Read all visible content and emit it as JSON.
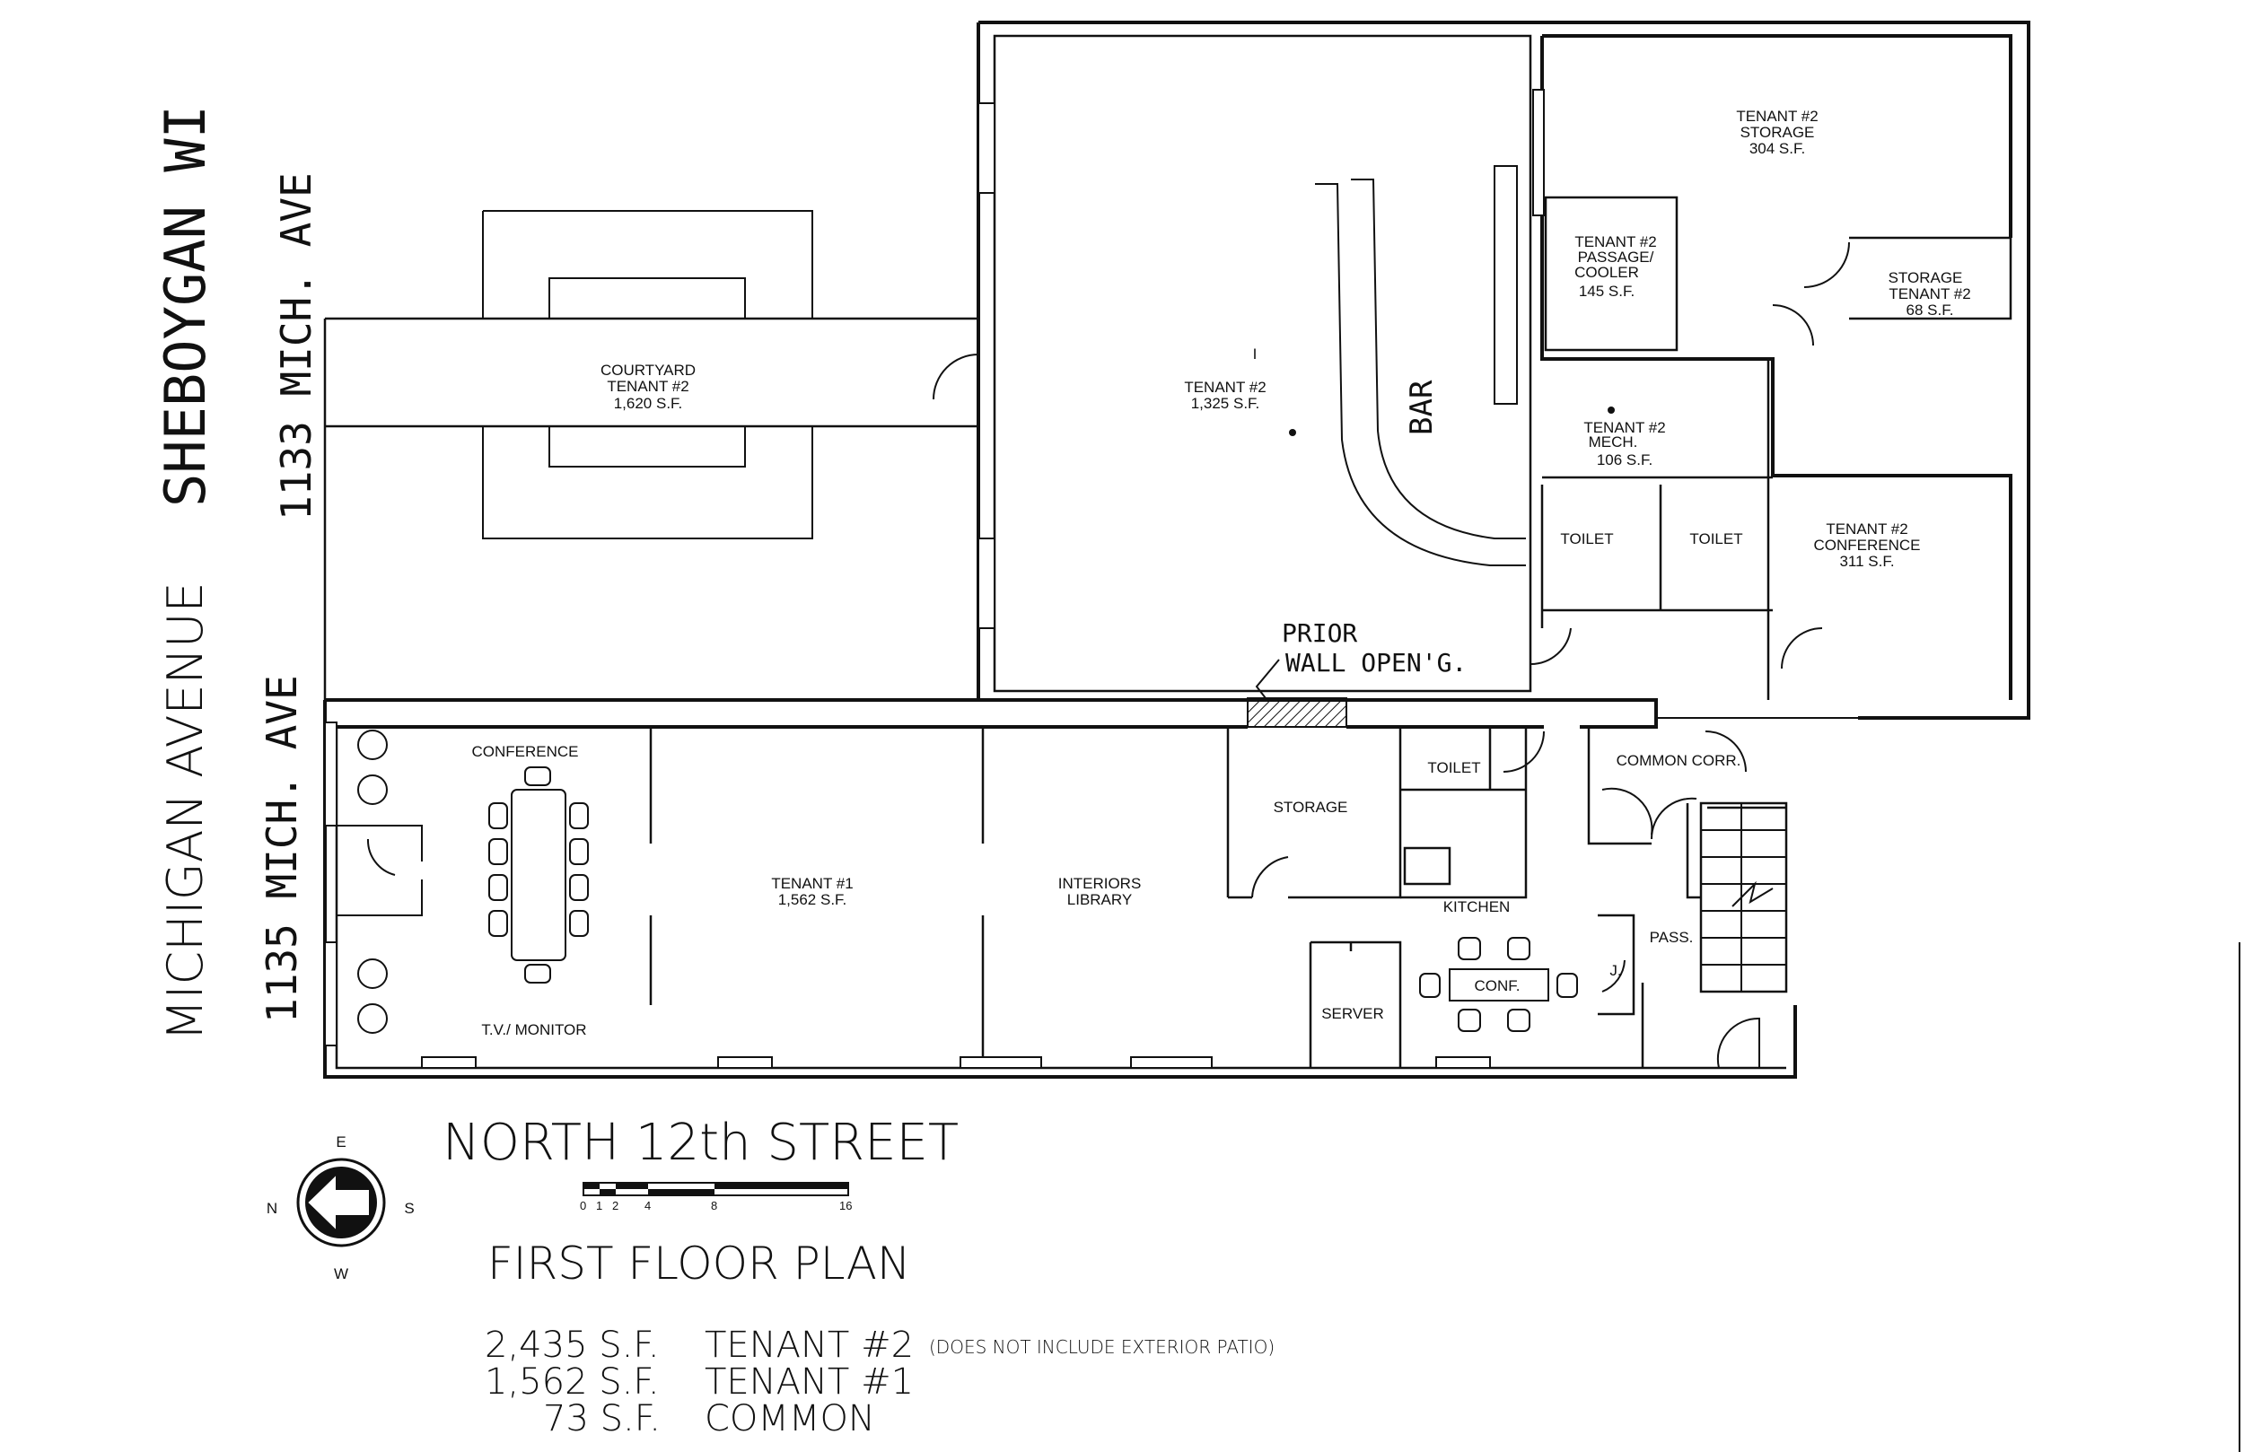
{
  "street_left": "MICHIGAN   AVENUE",
  "city": "SHEBOYGAN WI",
  "addr_upper": "1133 MICH. AVE",
  "addr_lower": "1135 MICH. AVE",
  "street_bottom": "NORTH   12th   STREET",
  "plan_title": "FIRST  FLOOR  PLAN",
  "compass": {
    "e": "E",
    "n": "N",
    "s": "S",
    "w": "W"
  },
  "scale_ticks": [
    "0",
    "1",
    "2",
    "4",
    "8",
    "16"
  ],
  "handnotes": {
    "bar": "BAR",
    "prior1": "PRIOR",
    "prior2": "WALL OPEN'G."
  },
  "marker_i": "I",
  "rooms": {
    "courtyard": [
      "COURTYARD",
      "TENANT #2",
      "1,620 S.F."
    ],
    "tenant2_main": [
      "TENANT #2",
      "1,325 S.F."
    ],
    "storage304": [
      "TENANT #2",
      "STORAGE",
      "304 S.F."
    ],
    "passage": [
      "TENANT #2",
      "PASSAGE/",
      "COOLER"
    ],
    "passage_area": "145 S.F.",
    "storage68": [
      "STORAGE",
      "TENANT #2",
      "68 S.F."
    ],
    "mech": [
      "TENANT #2",
      "MECH.",
      "106 S.F."
    ],
    "toilet_a": "TOILET",
    "toilet_b": "TOILET",
    "conference311": [
      "TENANT #2",
      "CONFERENCE",
      "311 S.F."
    ],
    "conference": "CONFERENCE",
    "tv": "T.V./ MONITOR",
    "tenant1": [
      "TENANT #1",
      "1,562 S.F."
    ],
    "library": [
      "INTERIORS",
      "LIBRARY"
    ],
    "storage": "STORAGE",
    "toilet_c": "TOILET",
    "kitchen": "KITCHEN",
    "server": "SERVER",
    "conf_small": "CONF.",
    "j": "J.",
    "common": "COMMON CORR.",
    "pass": "PASS."
  },
  "summary": [
    {
      "area": "2,435 S.F.",
      "label": "TENANT #2",
      "note": "(DOES NOT INCLUDE EXTERIOR PATIO)"
    },
    {
      "area": "1,562 S.F.",
      "label": "TENANT #1",
      "note": ""
    },
    {
      "area": "73 S.F.",
      "label": "COMMON",
      "note": ""
    }
  ]
}
